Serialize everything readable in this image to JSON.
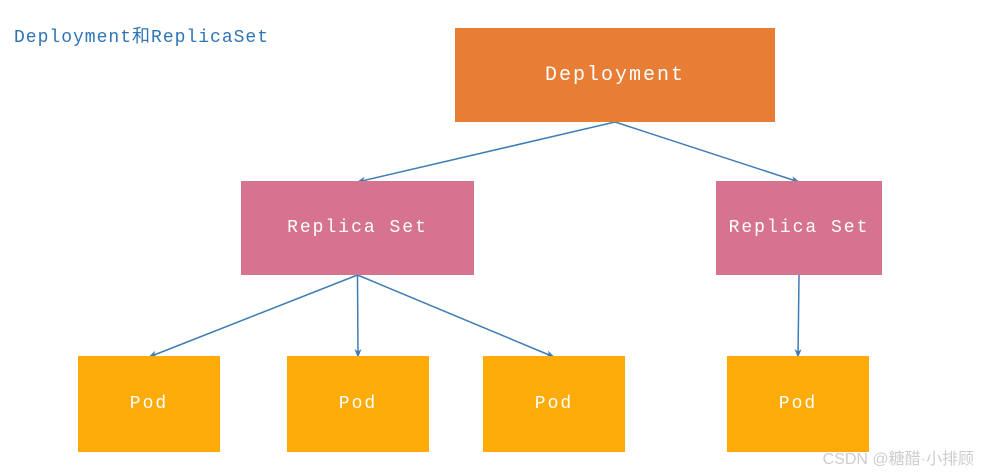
{
  "title": "Deployment和ReplicaSet",
  "watermark": "CSDN @糖醋·小排顾",
  "colors": {
    "deployment": "#E87D35",
    "replicaset": "#D6738E",
    "pod": "#FCAB08",
    "arrow": "#3E7CB5",
    "title": "#2E75B6",
    "watermark": "#C8C8C8"
  },
  "nodes": {
    "deployment": {
      "label": "Deployment",
      "type": "deployment"
    },
    "rs_left": {
      "label": "Replica Set",
      "type": "replicaset"
    },
    "rs_right": {
      "label": "Replica Set",
      "type": "replicaset"
    },
    "pod_1": {
      "label": "Pod",
      "type": "pod"
    },
    "pod_2": {
      "label": "Pod",
      "type": "pod"
    },
    "pod_3": {
      "label": "Pod",
      "type": "pod"
    },
    "pod_4": {
      "label": "Pod",
      "type": "pod"
    }
  },
  "edges": [
    {
      "from": "node-deployment",
      "to": "node-rs-left"
    },
    {
      "from": "node-deployment",
      "to": "node-rs-right"
    },
    {
      "from": "node-rs-left",
      "to": "node-pod-1"
    },
    {
      "from": "node-rs-left",
      "to": "node-pod-2"
    },
    {
      "from": "node-rs-left",
      "to": "node-pod-3"
    },
    {
      "from": "node-rs-right",
      "to": "node-pod-4"
    }
  ]
}
